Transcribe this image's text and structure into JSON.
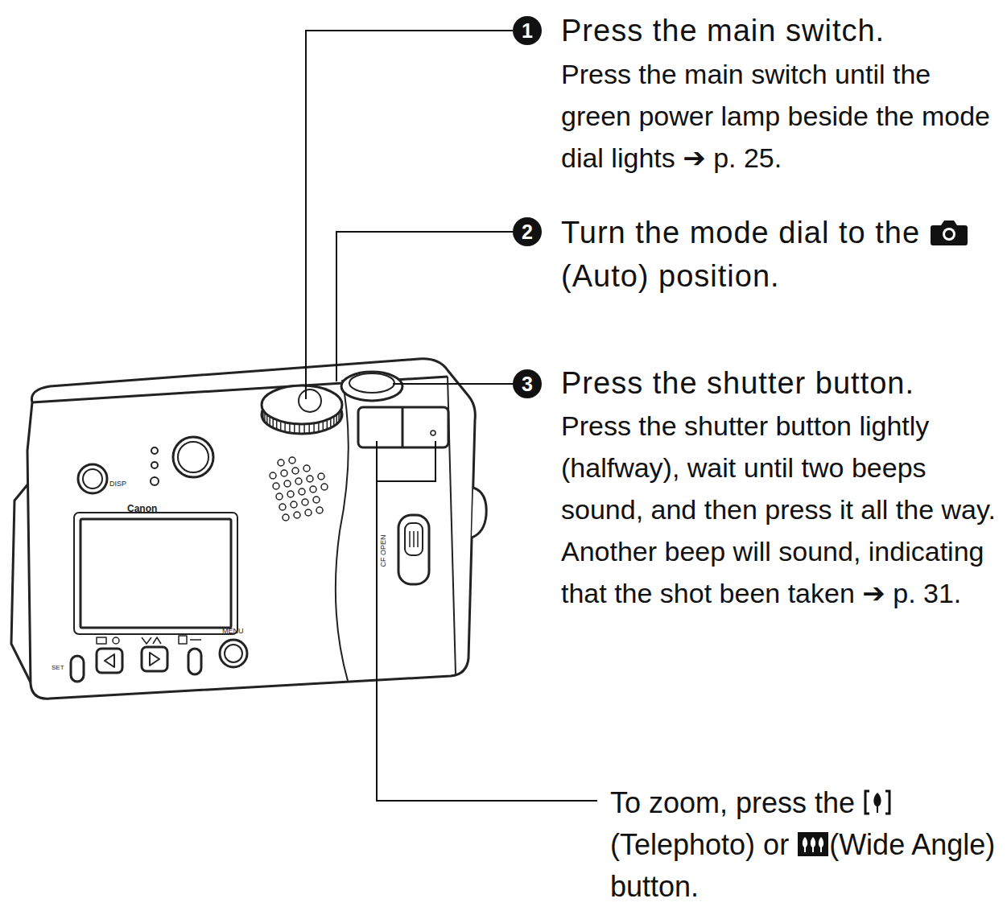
{
  "diagram": {
    "nodes": [
      {
        "text": [
          "1"
        ]
      },
      {
        "text": [
          "2"
        ]
      },
      {
        "text": [
          "3"
        ]
      }
    ],
    "labels": [
      "Press the main switch.",
      "Press the main switch until the green power lamp beside the mode dial lights ➔ p. 25.",
      "Turn the mode dial to the",
      "(Auto) position.",
      "Press the shutter button.",
      "Press the shutter button lightly (halfway), wait until two beeps sound, and then press it all the way. Another beep will sound, indicating that the shot been taken ➔ p. 31.",
      "To zoom, press the",
      "(Telephoto) or",
      "(Wide Angle) button.",
      "DISP",
      "MENU",
      "SET",
      "CF OPEN",
      "Canon"
    ]
  }
}
